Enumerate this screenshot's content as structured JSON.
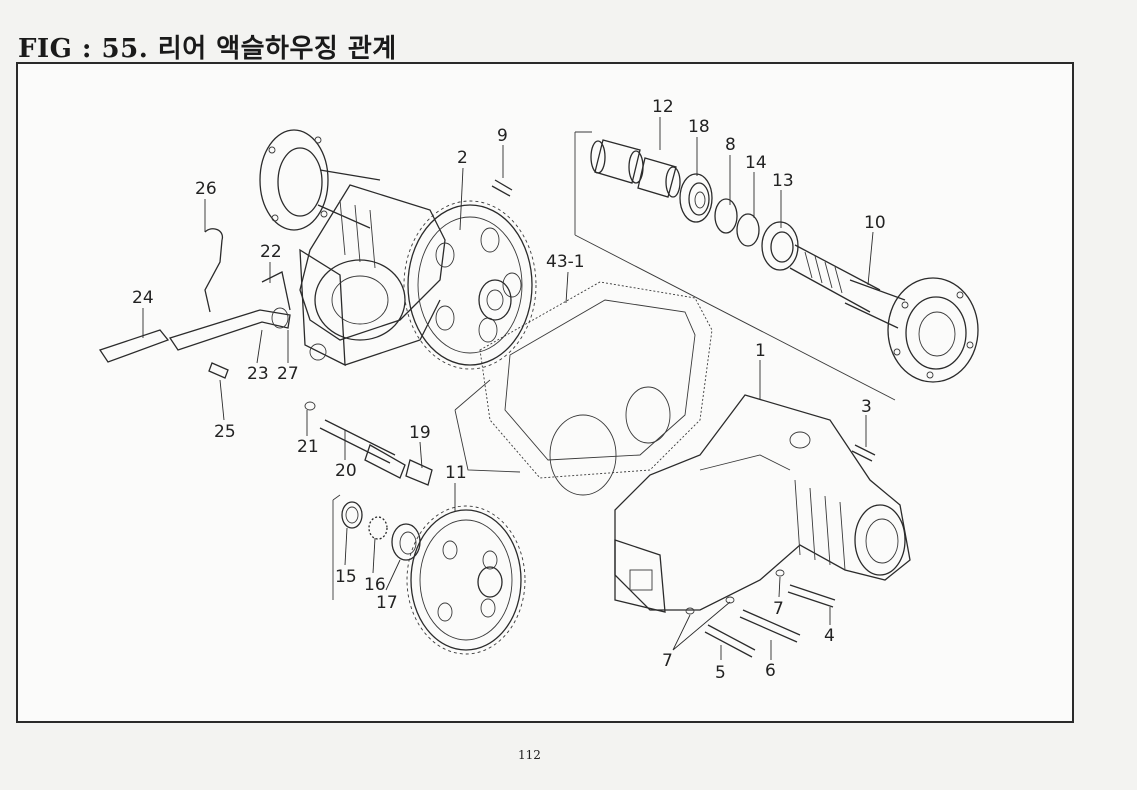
{
  "figure": {
    "title": "FIG : 55.  리어 액슬하우징 관계",
    "page_number": "112"
  },
  "callouts": [
    {
      "id": "c-12",
      "label": "12"
    },
    {
      "id": "c-18",
      "label": "18"
    },
    {
      "id": "c-8",
      "label": "8"
    },
    {
      "id": "c-14",
      "label": "14"
    },
    {
      "id": "c-13",
      "label": "13"
    },
    {
      "id": "c-10",
      "label": "10"
    },
    {
      "id": "c-9",
      "label": "9"
    },
    {
      "id": "c-2",
      "label": "2"
    },
    {
      "id": "c-26",
      "label": "26"
    },
    {
      "id": "c-22",
      "label": "22"
    },
    {
      "id": "c-24",
      "label": "24"
    },
    {
      "id": "c-23",
      "label": "23"
    },
    {
      "id": "c-27",
      "label": "27"
    },
    {
      "id": "c-25",
      "label": "25"
    },
    {
      "id": "c-43-1",
      "label": "43-1"
    },
    {
      "id": "c-1",
      "label": "1"
    },
    {
      "id": "c-3",
      "label": "3"
    },
    {
      "id": "c-21",
      "label": "21"
    },
    {
      "id": "c-19",
      "label": "19"
    },
    {
      "id": "c-20",
      "label": "20"
    },
    {
      "id": "c-11",
      "label": "11"
    },
    {
      "id": "c-15",
      "label": "15"
    },
    {
      "id": "c-16",
      "label": "16"
    },
    {
      "id": "c-17",
      "label": "17"
    },
    {
      "id": "c-7a",
      "label": "7"
    },
    {
      "id": "c-7b",
      "label": "7"
    },
    {
      "id": "c-4",
      "label": "4"
    },
    {
      "id": "c-5",
      "label": "5"
    },
    {
      "id": "c-6",
      "label": "6"
    }
  ]
}
